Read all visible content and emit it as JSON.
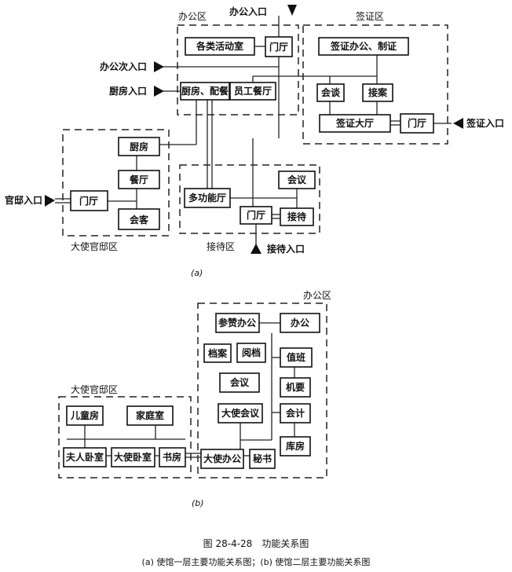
{
  "diagram_a": {
    "zones": {
      "office": "办公区",
      "visa": "签证区",
      "residence": "大使官邸区",
      "reception": "接待区"
    },
    "rooms": {
      "activity": "各类活动室",
      "office_lobby": "门厅",
      "kitchen_serving": "厨房、配餐",
      "staff_dining": "员工餐厅",
      "visa_office": "签证办公、制证",
      "talk": "会谈",
      "receive_case": "接案",
      "visa_hall": "签证大厅",
      "visa_lobby": "门厅",
      "res_kitchen": "厨房",
      "res_dining": "餐厅",
      "res_lobby": "门厅",
      "res_guest": "会客",
      "multi_hall": "多功能厅",
      "meeting": "会议",
      "rec_lobby": "门厅",
      "reception_room": "接待"
    },
    "entrances": {
      "office": "办公入口",
      "office_secondary": "办公次入口",
      "kitchen": "厨房入口",
      "visa": "签证入口",
      "residence": "官邸入口",
      "reception": "接待入口"
    },
    "label": "(a)"
  },
  "diagram_b": {
    "zones": {
      "office": "办公区",
      "residence": "大使官邸区"
    },
    "rooms": {
      "counselor_office": "参赞办公",
      "office": "办公",
      "archive": "档案",
      "reading": "阅档",
      "duty": "值班",
      "meeting": "会议",
      "confidential": "机要",
      "amb_meeting": "大使会议",
      "accounting": "会计",
      "storage": "库房",
      "amb_office": "大使办公",
      "secretary": "秘书",
      "children": "儿童房",
      "family": "家庭室",
      "madam_bedroom": "夫人卧室",
      "amb_bedroom": "大使卧室",
      "study": "书房"
    },
    "label": "(b)"
  },
  "caption": {
    "title": "图 28-4-28　功能关系图",
    "subtitle": "(a) 使馆一层主要功能关系图；(b) 使馆二层主要功能关系图"
  }
}
